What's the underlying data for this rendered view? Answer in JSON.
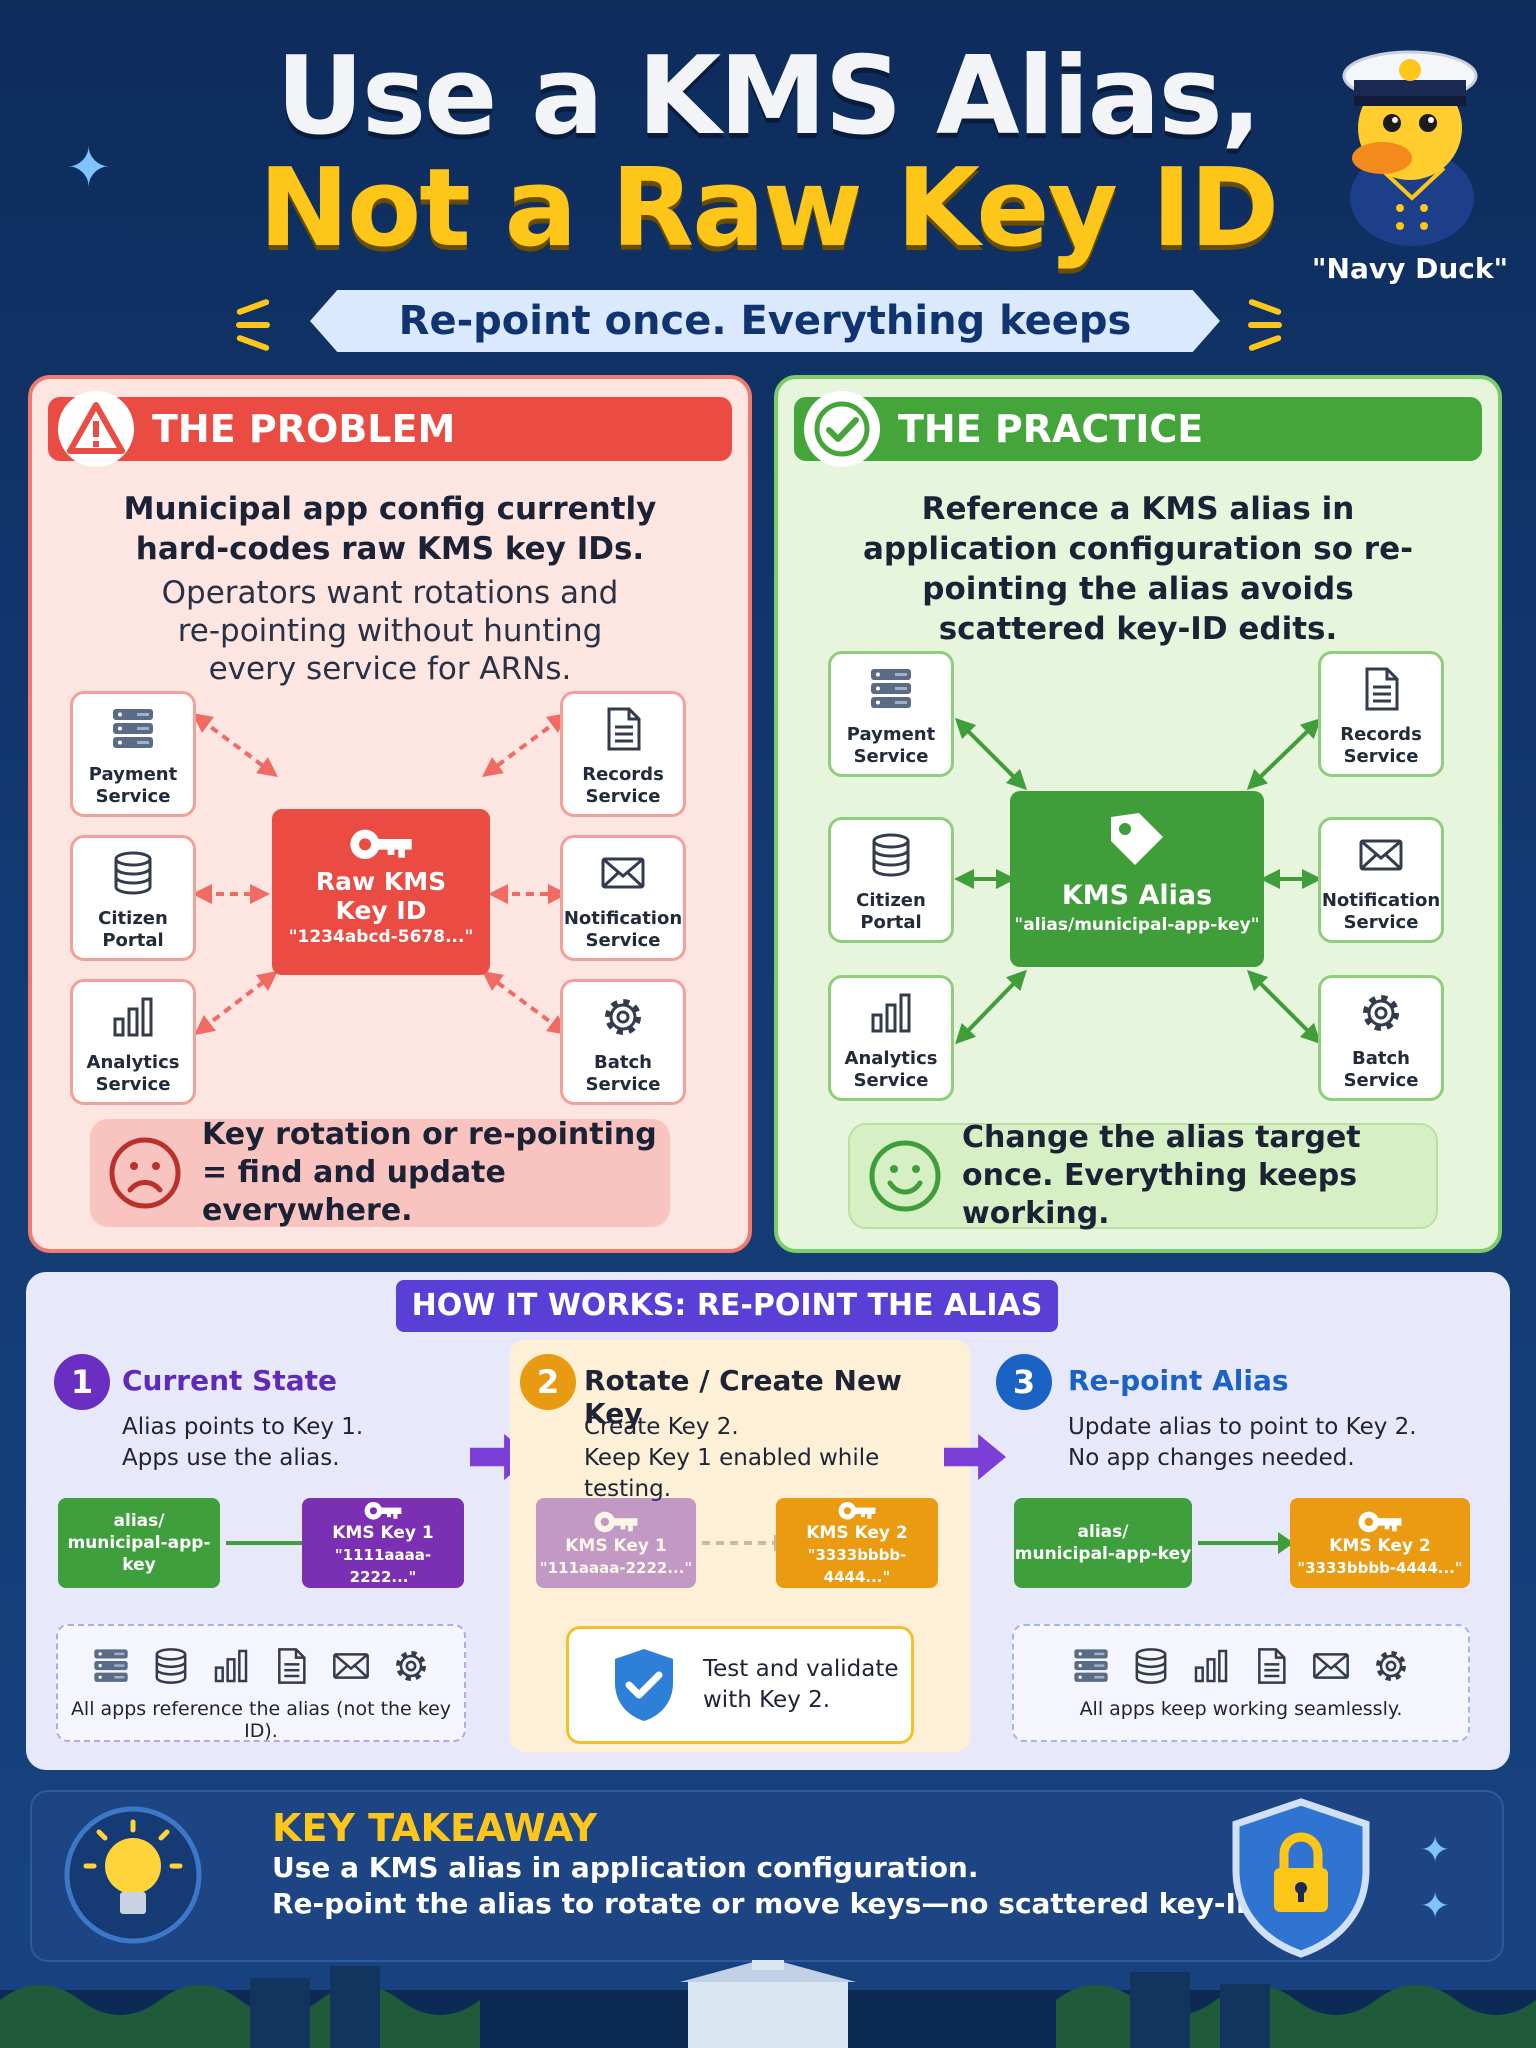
{
  "header": {
    "title_line1": "Use a KMS Alias,",
    "title_line2": "Not a Raw Key ID",
    "subtitle": "Re-point once. Everything keeps working.",
    "mascot_name": "\"Navy Duck\""
  },
  "problem": {
    "heading": "THE PROBLEM",
    "lead": "Municipal app config currently hard-codes raw KMS key IDs.",
    "body": "Operators want rotations and re-pointing without hunting every service for ARNs.",
    "hub_title_1": "Raw KMS",
    "hub_title_2": "Key ID",
    "hub_value": "\"1234abcd-5678...\"",
    "note": "Key rotation or re-pointing = find and update everywhere."
  },
  "practice": {
    "heading": "THE PRACTICE",
    "lead": "Reference a KMS alias in application configuration so re-pointing the alias avoids scattered key-ID edits.",
    "hub_title": "KMS Alias",
    "hub_value": "\"alias/municipal-app-key\"",
    "note": "Change the alias target once. Everything keeps working."
  },
  "services": {
    "payment": [
      "Payment",
      "Service"
    ],
    "records": [
      "Records",
      "Service"
    ],
    "citizen": [
      "Citizen",
      "Portal"
    ],
    "notification": [
      "Notification",
      "Service"
    ],
    "analytics": [
      "Analytics",
      "Service"
    ],
    "batch": [
      "Batch",
      "Service"
    ]
  },
  "how": {
    "title": "HOW IT WORKS: RE-POINT THE ALIAS",
    "steps": [
      {
        "num": "1",
        "title": "Current State",
        "desc1": "Alias points to Key 1.",
        "desc2": "Apps use the alias.",
        "alias_1": "alias/",
        "alias_2": "municipal-app-key",
        "key_name": "KMS Key 1",
        "key_value": "\"1111aaaa-2222...\"",
        "caption": "All apps reference the alias (not the key ID)."
      },
      {
        "num": "2",
        "title": "Rotate / Create New Key",
        "desc1": "Create Key 2.",
        "desc2": "Keep Key 1 enabled while testing.",
        "old_key_name": "KMS Key 1",
        "old_key_value": "\"111aaaa-2222...\"",
        "key_name": "KMS Key 2",
        "key_value": "\"3333bbbb-4444...\"",
        "test_1": "Test and validate",
        "test_2": "with Key 2."
      },
      {
        "num": "3",
        "title": "Re-point Alias",
        "desc1": "Update alias to point to Key 2.",
        "desc2": "No app changes needed.",
        "alias_1": "alias/",
        "alias_2": "municipal-app-key",
        "key_name": "KMS Key 2",
        "key_value": "\"3333bbbb-4444...\"",
        "caption": "All apps keep working seamlessly."
      }
    ]
  },
  "takeaway": {
    "title": "KEY TAKEAWAY",
    "line1": "Use a KMS alias in application configuration.",
    "line2": "Re-point the alias to rotate or move keys—no scattered key-ID edits."
  },
  "colors": {
    "problem": "#ea4b42",
    "practice": "#44a53b",
    "accent": "#ffc61a",
    "how": "#5a3fd6"
  }
}
